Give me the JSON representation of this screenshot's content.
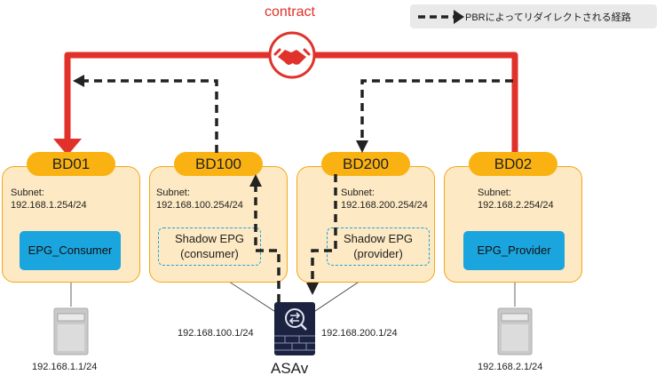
{
  "contract": {
    "label": "contract"
  },
  "legend": {
    "text": "PBRによってリダイレクトされる経路"
  },
  "bridge_domains": [
    {
      "name": "BD01",
      "subnet_label": "Subnet:",
      "subnet": "192.168.1.254/24"
    },
    {
      "name": "BD100",
      "subnet_label": "Subnet:",
      "subnet": "192.168.100.254/24"
    },
    {
      "name": "BD200",
      "subnet_label": "Subnet:",
      "subnet": "192.168.200.254/24"
    },
    {
      "name": "BD02",
      "subnet_label": "Subnet:",
      "subnet": "192.168.2.254/24"
    }
  ],
  "epgs": {
    "consumer": "EPG_Consumer",
    "provider": "EPG_Provider",
    "shadow_consumer": [
      "Shadow EPG",
      "(consumer)"
    ],
    "shadow_provider": [
      "Shadow EPG",
      "(provider)"
    ]
  },
  "hosts": {
    "consumer_ip": "192.168.1.1/24",
    "provider_ip": "192.168.2.1/24"
  },
  "firewall": {
    "label": "ASAv",
    "left_ip": "192.168.100.1/24",
    "right_ip": "192.168.200.1/24"
  },
  "colors": {
    "contract_red": "#e0322a",
    "bd_orange": "#f9b212",
    "bd_fill": "#fde9c3",
    "epg_blue": "#1ba5de",
    "path_dark": "#222222",
    "firewall_navy": "#1c2340"
  },
  "icons": [
    "handshake-icon",
    "server-icon",
    "firewall-icon",
    "dashed-arrow-icon"
  ]
}
